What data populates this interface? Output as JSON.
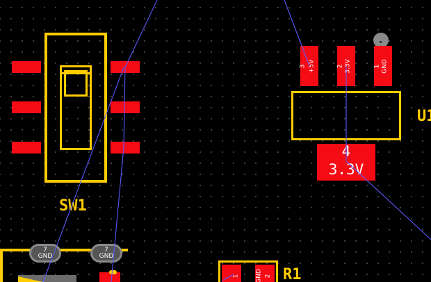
{
  "board": {
    "grid_color": "#4a4a4a",
    "silkscreen_color": "#ffcc00",
    "pad_color": "#f50b14",
    "ratsnest_color": "#5555ff"
  },
  "switch": {
    "ref": "SW1"
  },
  "regulator": {
    "ref": "U1",
    "pins": [
      {
        "number": "3",
        "name": "+5V"
      },
      {
        "number": "2",
        "name": "3.3V"
      },
      {
        "number": "1",
        "name": "GND"
      }
    ],
    "tab": {
      "number": "4",
      "name": "3.3V"
    }
  },
  "connector": {
    "pads": [
      {
        "number": "7",
        "name": "GND"
      },
      {
        "number": "7",
        "name": "GND"
      }
    ]
  },
  "resistor": {
    "ref": "R1",
    "pads": [
      {
        "number": "1",
        "name": ""
      },
      {
        "number": "2",
        "name": "GND"
      }
    ]
  }
}
